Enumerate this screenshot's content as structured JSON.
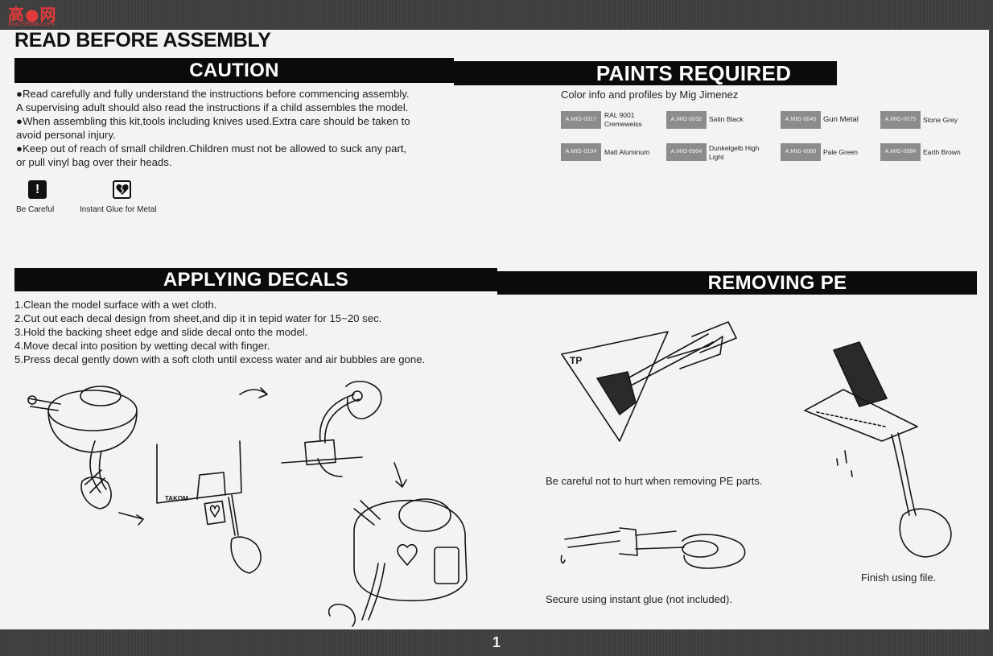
{
  "watermark": {
    "main": "高●网",
    "sub": "ooo-show.com"
  },
  "page_title": "READ BEFORE ASSEMBLY",
  "caution": {
    "heading": "CAUTION",
    "lines": [
      "●Read carefully and fully understand the instructions before commencing assembly.",
      "A supervising adult should also read the instructions if a child assembles the model.",
      "●When assembling this kit,tools including knives used.Extra care should be taken to",
      "avoid personal injury.",
      "●Keep out of reach of small children.Children must not be allowed to suck any part,",
      "or pull vinyl bag over their heads."
    ],
    "icons": [
      {
        "icon": "exclamation-icon",
        "glyph": "!",
        "label": "Be Careful"
      },
      {
        "icon": "broken-heart-icon",
        "glyph": "💔",
        "label": "Instant Glue for Metal"
      }
    ]
  },
  "paints": {
    "heading": "PAINTS REQUIRED",
    "subtitle": "Color info and profiles by Mig Jimenez",
    "colors": [
      {
        "code": "A.MIG-0017",
        "name": "RAL 9001\nCremeweiss",
        "hex": "#8c8c8c"
      },
      {
        "code": "A.MIG-0032",
        "name": "Satin Black",
        "hex": "#8c8c8c"
      },
      {
        "code": "A.MIG-0045",
        "name": "Gun Metal",
        "hex": "#8c8c8c"
      },
      {
        "code": "A.MIG-0075",
        "name": "Stone Grey",
        "hex": "#8c8c8c"
      },
      {
        "code": "A.MIG-0194",
        "name": "Matt Aluminum",
        "hex": "#8c8c8c"
      },
      {
        "code": "A.MIG-0904",
        "name": "Dunkelgelb High\nLight",
        "hex": "#8c8c8c"
      },
      {
        "code": "A.MIG-0060",
        "name": "Pale Green",
        "hex": "#8c8c8c"
      },
      {
        "code": "A.MIG-0084",
        "name": "Earth Brown",
        "hex": "#8c8c8c"
      }
    ]
  },
  "decals": {
    "heading": "APPLYING DECALS",
    "steps": [
      "1.Clean the model surface with a wet cloth.",
      "2.Cut out each decal design from sheet,and dip it in tepid water for 15~20 sec.",
      "3.Hold the backing sheet edge and slide decal onto the model.",
      "4.Move decal into position by wetting decal with finger.",
      "5.Press decal gently down with a soft cloth until excess water and air bubbles are gone."
    ],
    "sheet_brand": "TAKOM"
  },
  "pe": {
    "heading": "REMOVING PE",
    "fret_label": "TP",
    "captions": {
      "careful": "Be careful not to hurt when removing PE parts.",
      "glue": "Secure using instant glue (not included).",
      "file": "Finish using file."
    }
  },
  "page_number": "1",
  "colors": {
    "bar": "#0b0b0b",
    "paper": "#f3f3f1",
    "frame": "#3f3f3f",
    "chip": "#8c8c8c"
  }
}
